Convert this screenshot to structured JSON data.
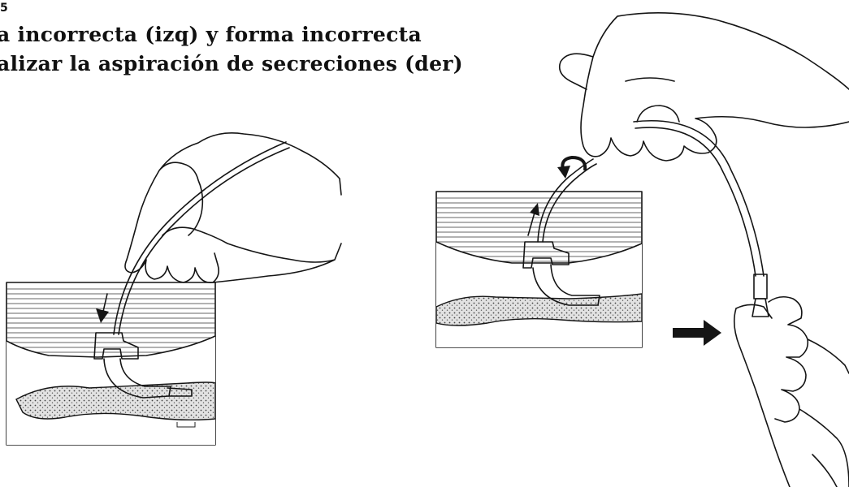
{
  "figure": {
    "number": "5",
    "title_lines": [
      "a incorrecta (izq) y forma incorrecta",
      "alizar la aspiración de secreciones (der)"
    ]
  },
  "panels": {
    "left": {
      "arrow_icon": "down-arrow-icon"
    },
    "right": {
      "arrow_icons": [
        "up-arrow-icon",
        "rotation-arrow-icon",
        "right-pointer-arrow-icon"
      ]
    }
  },
  "colors": {
    "ink": "#151515",
    "background": "#ffffff",
    "tissue": "#cfcfcf"
  }
}
